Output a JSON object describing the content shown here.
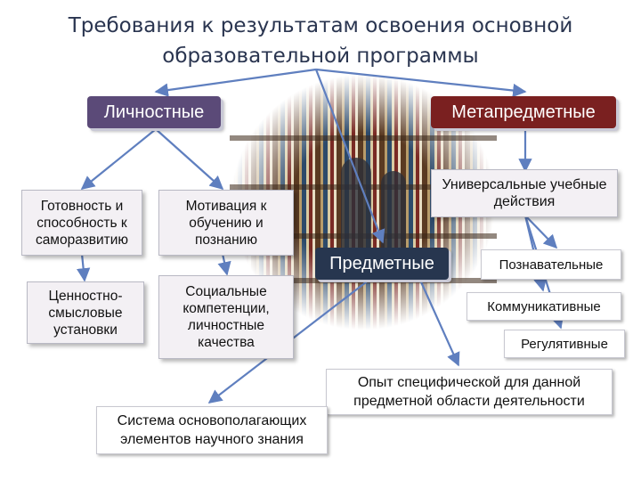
{
  "title": {
    "line1": "Требования к результатам освоения основной",
    "line2": "образовательной программы"
  },
  "headers": {
    "personal": "Личностные",
    "metasubject": "Метапредметные",
    "subject": "Предметные"
  },
  "personal_items": {
    "readiness": "Готовность и способность к саморазвитию",
    "motivation": "Мотивация к обучению и познанию",
    "values": "Ценностно-смысловые установки",
    "social": "Социальные компетенции, личностные качества"
  },
  "metasubject_items": {
    "universal": "Универсальные учебные действия",
    "cognitive": "Познавательные",
    "communicative": "Коммуникативные",
    "regulatory": "Регулятивные"
  },
  "subject_items": {
    "experience": "Опыт специфической для данной предметной области деятельности",
    "system": "Система основополагающих элементов научного знания"
  },
  "colors": {
    "personal_header": "#5b4a78",
    "metasubject_header": "#7a2020",
    "subject_header": "#27364f",
    "arrow": "#5f7fbf",
    "title": "#2a3550"
  },
  "background_image": "library-bookshelves-photo"
}
